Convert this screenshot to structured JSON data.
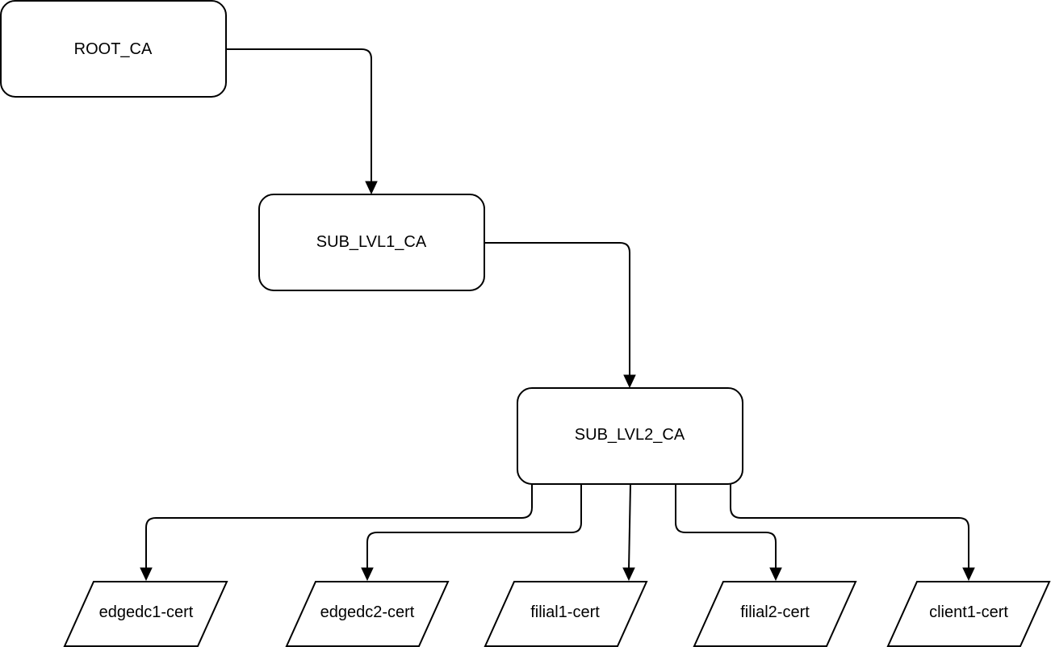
{
  "diagram": {
    "nodes": {
      "root_ca": "ROOT_CA",
      "sub_lvl1_ca": "SUB_LVL1_CA",
      "sub_lvl2_ca": "SUB_LVL2_CA",
      "edgedc1_cert": "edgedc1-cert",
      "edgedc2_cert": "edgedc2-cert",
      "filial1_cert": "filial1-cert",
      "filial2_cert": "filial2-cert",
      "client1_cert": "client1-cert"
    },
    "edges": [
      {
        "from": "ROOT_CA",
        "to": "SUB_LVL1_CA"
      },
      {
        "from": "SUB_LVL1_CA",
        "to": "SUB_LVL2_CA"
      },
      {
        "from": "SUB_LVL2_CA",
        "to": "edgedc1-cert"
      },
      {
        "from": "SUB_LVL2_CA",
        "to": "edgedc2-cert"
      },
      {
        "from": "SUB_LVL2_CA",
        "to": "filial1-cert"
      },
      {
        "from": "SUB_LVL2_CA",
        "to": "filial2-cert"
      },
      {
        "from": "SUB_LVL2_CA",
        "to": "client1-cert"
      }
    ]
  }
}
